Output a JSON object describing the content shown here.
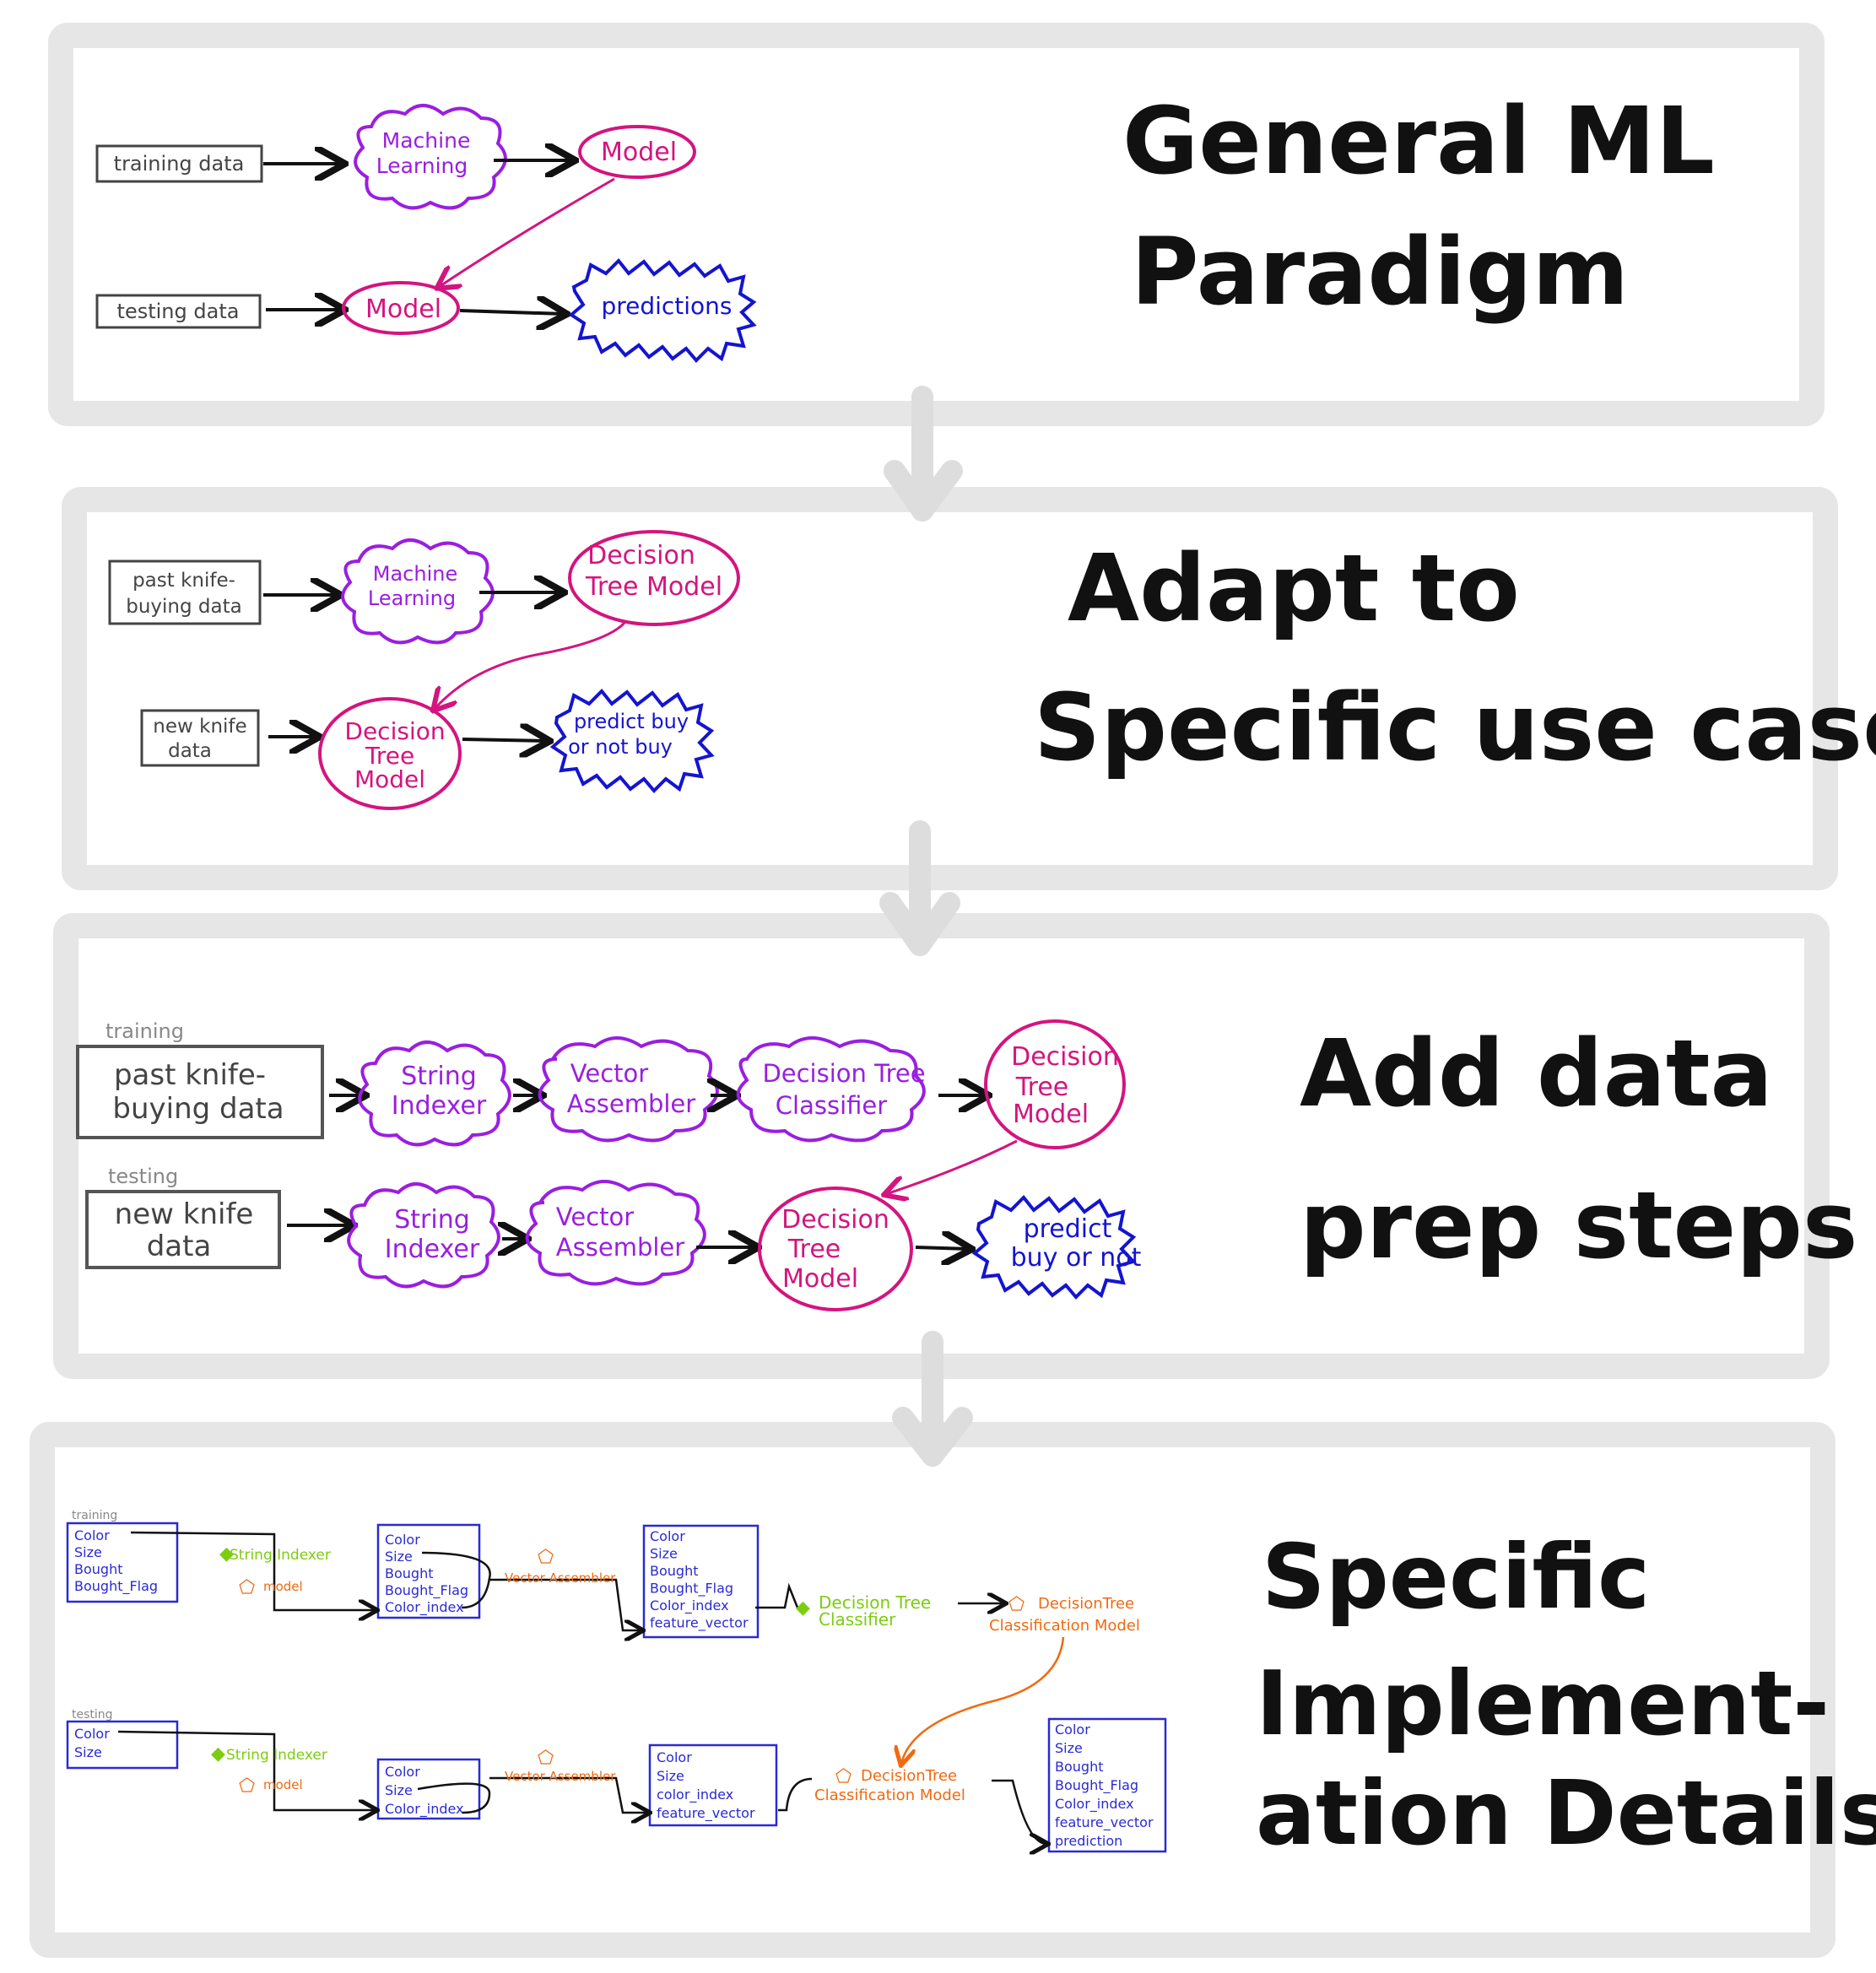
{
  "colors": {
    "panel_border": "#e6e6e6",
    "data_box": "#444444",
    "ml_purple": "#9a1ee0",
    "model_magenta": "#d4147f",
    "prediction_blue": "#1414d0",
    "stage_purple": "#9a1ee0",
    "impl_blue": "#2a2ad4",
    "impl_green": "#7ccd10",
    "impl_orange": "#f06a10",
    "label_gray": "#888888",
    "flow_arrow": "#dddddd"
  },
  "panel1": {
    "title_line1": "General  ML",
    "title_line2": "Paradigm",
    "train_box": "training data",
    "ml_cloud_l1": "Machine",
    "ml_cloud_l2": "Learning",
    "model_top": "Model",
    "test_box": "testing data",
    "model_bottom": "Model",
    "predictions": "predictions"
  },
  "panel2": {
    "title_line1": "Adapt  to",
    "title_line2": "Specific use case",
    "train_box_l1": "past knife-",
    "train_box_l2": "buying data",
    "ml_cloud_l1": "Machine",
    "ml_cloud_l2": "Learning",
    "model_top_l1": "Decision",
    "model_top_l2": "Tree Model",
    "test_box_l1": "new knife",
    "test_box_l2": "data",
    "model_bottom_l1": "Decision",
    "model_bottom_l2": "Tree",
    "model_bottom_l3": "Model",
    "pred_l1": "predict buy",
    "pred_l2": "or not buy"
  },
  "panel3": {
    "title_line1": "Add  data",
    "title_line2": "prep steps",
    "training_label": "training",
    "testing_label": "testing",
    "train_box_l1": "past knife-",
    "train_box_l2": "buying data",
    "test_box_l1": "new knife",
    "test_box_l2": "data",
    "string_indexer_l1": "String",
    "string_indexer_l2": "Indexer",
    "vector_assembler_l1": "Vector",
    "vector_assembler_l2": "Assembler",
    "dt_classifier_l1": "Decision Tree",
    "dt_classifier_l2": "Classifier",
    "dt_model_l1": "Decision",
    "dt_model_l2": "Tree",
    "dt_model_l3": "Model",
    "pred_l1": "predict",
    "pred_l2": "buy or not"
  },
  "panel4": {
    "title_line1": "Specific",
    "title_line2": "Implement-",
    "title_line3": "ation  Details",
    "training_label": "training",
    "testing_label": "testing",
    "train_cols": [
      "Color",
      "Size",
      "Bought",
      "Bought_Flag"
    ],
    "train_indexed_cols": [
      "Color",
      "Size",
      "Bought",
      "Bought_Flag",
      "Color_index"
    ],
    "train_vector_cols": [
      "Color",
      "Size",
      "Bought",
      "Bought_Flag",
      "Color_index",
      "feature_vector"
    ],
    "test_cols": [
      "Color",
      "Size"
    ],
    "test_indexed_cols": [
      "Color",
      "Size",
      "Color_index"
    ],
    "test_vector_cols": [
      "Color",
      "Size",
      "color_index",
      "feature_vector"
    ],
    "output_cols": [
      "Color",
      "Size",
      "Bought",
      "Bought_Flag",
      "Color_index",
      "feature_vector",
      "prediction"
    ],
    "string_indexer": "String Indexer",
    "model": "model",
    "vector_assembler": "Vector Assembler",
    "dt_classifier_l1": "Decision Tree",
    "dt_classifier_l2": "Classifier",
    "dt_model_l1": "DecisionTree",
    "dt_model_l2": "Classification Model"
  }
}
